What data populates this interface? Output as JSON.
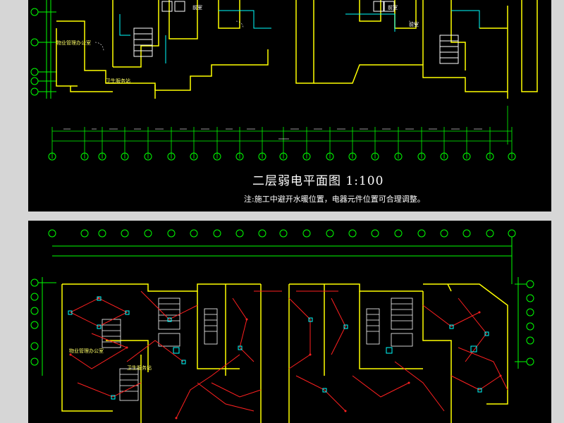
{
  "drawing": {
    "title": "二层弱电平面图",
    "scale": "1:100",
    "note": "注:施工中避开水暖位置，电器元件位置可合理调整。"
  },
  "rooms": {
    "front_room": "前室",
    "front_room_2": "前室",
    "front_room_3": "前室",
    "property_office": "物业管理办公室",
    "toilet": "卫生服务站",
    "property_office_2": "物业管理办公室",
    "toilet_2": "卫生服务站"
  },
  "colors": {
    "background": "#000000",
    "wall": "#ffff00",
    "axis": "#00ff00",
    "cable": "#ff2020",
    "device": "#00ffff",
    "text": "#ffffff"
  }
}
